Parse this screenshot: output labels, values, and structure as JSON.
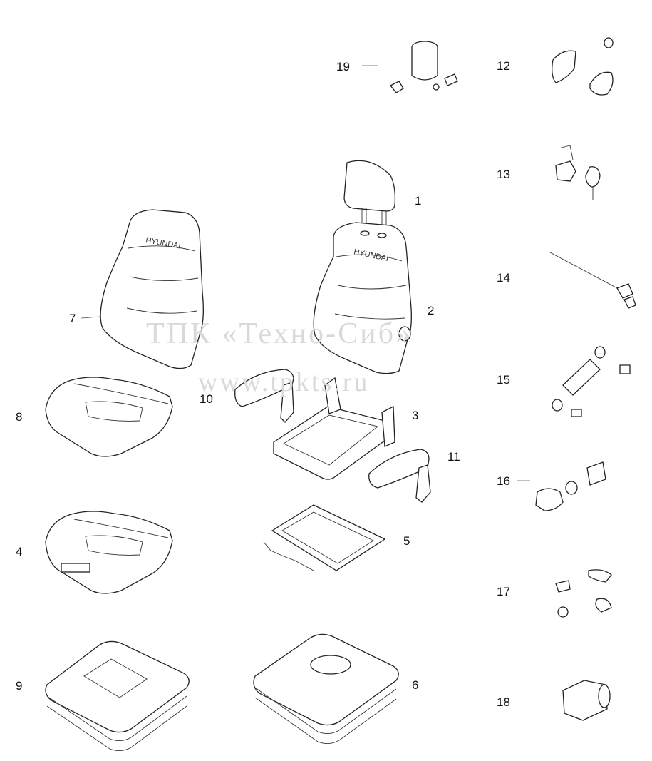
{
  "watermark": {
    "line1": "ТПК «Техно-Сиб»",
    "line2": "www.tpkts.ru"
  },
  "brand_marks": [
    "HYUNDAI",
    "HYUNDAI"
  ],
  "callouts": [
    "1",
    "2",
    "3",
    "4",
    "5",
    "6",
    "7",
    "8",
    "9",
    "10",
    "11",
    "12",
    "13",
    "14",
    "15",
    "16",
    "17",
    "18",
    "19"
  ]
}
